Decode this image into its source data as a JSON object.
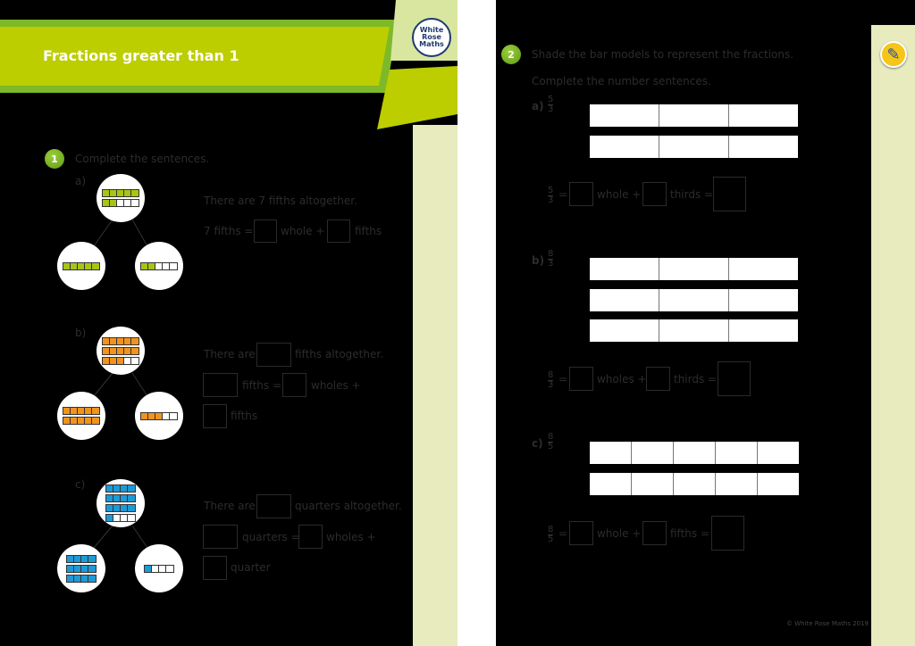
{
  "header": {
    "title": "Fractions greater than 1",
    "logo": "White Rose Maths"
  },
  "q1": {
    "number": "1",
    "instruction": "Complete the sentences.",
    "parts": [
      {
        "label": "a)",
        "color": "#a8c414",
        "cells": 5,
        "top": [
          5,
          2
        ],
        "left": [
          5
        ],
        "right": [
          2
        ],
        "line1": "There are 7 fifths altogether.",
        "line2a": "7 fifths =",
        "line2b": "whole +",
        "line2c": "fifths"
      },
      {
        "label": "b)",
        "color": "#f0941e",
        "cells": 5,
        "top": [
          5,
          5,
          3
        ],
        "left": [
          5,
          5
        ],
        "right": [
          3
        ],
        "line1a": "There are",
        "line1b": "fifths altogether.",
        "line2a": "fifths =",
        "line2b": "wholes +",
        "line3": "fifths"
      },
      {
        "label": "c)",
        "color": "#1e9ad6",
        "cells": 4,
        "top": [
          4,
          4,
          4,
          1
        ],
        "left": [
          4,
          4,
          4
        ],
        "right": [
          1
        ],
        "line1a": "There are",
        "line1b": "quarters altogether.",
        "line2a": "quarters =",
        "line2b": "wholes +",
        "line3": "quarter"
      }
    ]
  },
  "q2": {
    "number": "2",
    "instruction1": "Shade the bar models to represent the fractions.",
    "instruction2": "Complete the number sentences.",
    "parts": [
      {
        "label": "a)",
        "num": "5",
        "den": "3",
        "rows": 2,
        "cols": 3,
        "w1": "whole +",
        "w2": "thirds ="
      },
      {
        "label": "b)",
        "num": "8",
        "den": "3",
        "rows": 3,
        "cols": 3,
        "w1": "wholes +",
        "w2": "thirds ="
      },
      {
        "label": "c)",
        "num": "8",
        "den": "5",
        "rows": 2,
        "cols": 5,
        "w1": "whole +",
        "w2": "fifths ="
      }
    ]
  },
  "footer": {
    "copyright": "© White Rose Maths 2019"
  },
  "icons": {
    "pencil": "pencil-icon"
  }
}
